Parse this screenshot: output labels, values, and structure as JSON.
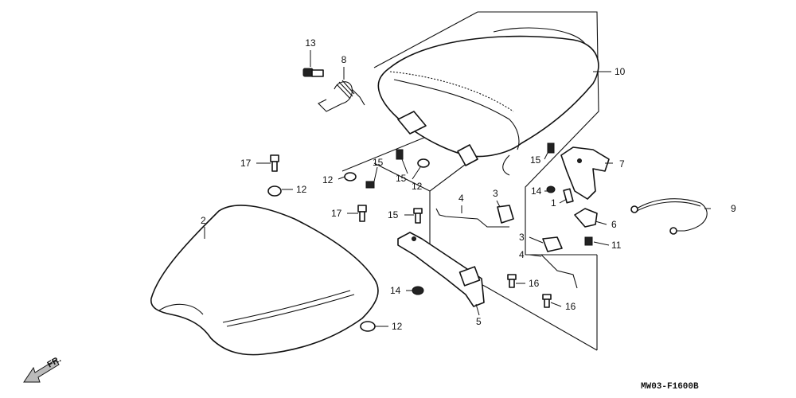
{
  "diagram": {
    "code": "MW03-F1600B",
    "direction_label": "FR.",
    "callouts": {
      "c1": "1",
      "c2": "2",
      "c3a": "3",
      "c3b": "3",
      "c4a": "4",
      "c4b": "4",
      "c5": "5",
      "c6": "6",
      "c7": "7",
      "c8": "8",
      "c9": "9",
      "c10": "10",
      "c11": "11",
      "c12a": "12",
      "c12b": "12",
      "c12c": "12",
      "c12d": "12",
      "c13": "13",
      "c14a": "14",
      "c14b": "14",
      "c15a": "15",
      "c15b": "15",
      "c15c": "15",
      "c15d": "15",
      "c16a": "16",
      "c16b": "16",
      "c17a": "17",
      "c17b": "17"
    }
  }
}
